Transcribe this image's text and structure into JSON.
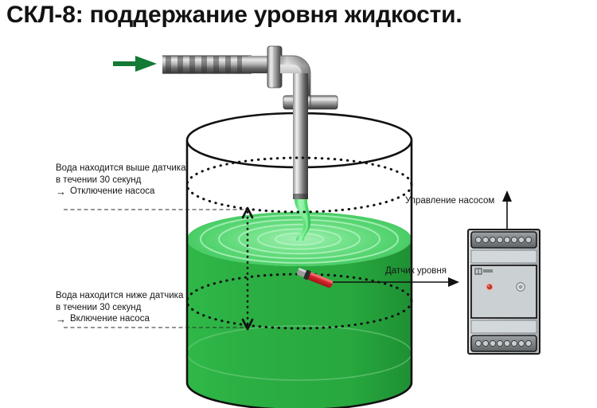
{
  "title": "СКЛ-8: поддержание уровня жидкости.",
  "annotations": {
    "high": {
      "line1": "Вода находится выше датчика",
      "line2": "в течении 30 секунд",
      "arrow": "→",
      "action": "Отключение насоса"
    },
    "low": {
      "line1": "Вода находится ниже датчика",
      "line2": "в течении 30 секунд",
      "arrow": "→",
      "action": "Включение насоса"
    },
    "pump_control": "Управление насосом",
    "level_sensor": "Датчик уровня"
  },
  "icons": {
    "inflow_arrow": "inflow-arrow-icon",
    "pump_control_arrow": "up-arrow-icon",
    "level_sensor_arrow": "right-arrow-icon",
    "dimension_arrow": "double-headed-arrow-icon"
  },
  "colors": {
    "liquid_body": "#2BAE42",
    "liquid_body_dark": "#229638",
    "liquid_surface": "#5FD97A",
    "liquid_surface_light": "#8DE89F",
    "stream": "#4CE06B",
    "inflow_arrow": "#127A35",
    "metal_light": "#E2E2E2",
    "metal_mid": "#9A9A9A",
    "metal_dark": "#4F4F4F",
    "sensor_red": "#D8262B",
    "sensor_tip": "#9B9B9B",
    "device_body": "#C6CBCE",
    "device_outline": "#1A1A1A",
    "led_red": "#C0392B",
    "led_gray": "#DADEE0",
    "outline": "#111111",
    "text": "#161616"
  },
  "device": {
    "name": "level-control-relay",
    "terminal_count": 9,
    "led_red_label": "power-led",
    "led_gray_label": "relay-led"
  }
}
